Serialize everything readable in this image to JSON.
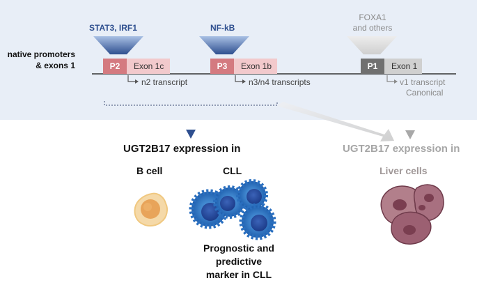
{
  "promoter_label": [
    "native promoters",
    "& exons 1"
  ],
  "transcription_factors": {
    "p2_factors": "STAT3, IRF1",
    "p3_factors": "NF-kB",
    "p1_factors": [
      "FOXA1",
      "and others"
    ]
  },
  "promoters": [
    {
      "tag": "P2",
      "exon": "Exon 1c",
      "transcript": "n2 transcript"
    },
    {
      "tag": "P3",
      "exon": "Exon 1b",
      "transcript": "n3/n4 transcripts"
    },
    {
      "tag": "P1",
      "exon": "Exon 1",
      "transcript": [
        "v1 transcript",
        "Canonical"
      ]
    }
  ],
  "expression_blood": {
    "heading": "UGT2B17 expression in",
    "b_cell": "B cell",
    "cll": "CLL",
    "note": [
      "Prognostic and",
      "predictive",
      "marker in CLL"
    ]
  },
  "expression_liver": {
    "heading": "UGT2B17 expression in",
    "cells": "Liver cells"
  },
  "colors": {
    "band": "#e8eef7",
    "tf_blue": "#2e4f8f",
    "p_tag_pink": "#d47a80",
    "exon_pink": "#f2c9cc",
    "p1_tag": "#707070",
    "exon_gray": "#d0d0d0",
    "cll_blue": "#2a6fbf",
    "bcell_orange": "#e8a45a",
    "liver": "#8c4a5a"
  }
}
